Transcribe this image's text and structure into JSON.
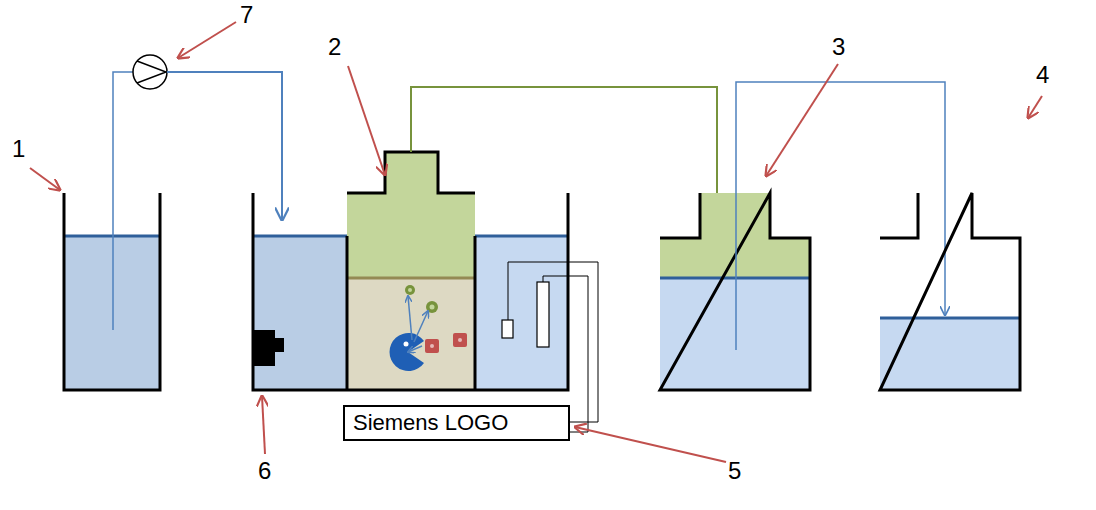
{
  "diagram": {
    "nodes": [
      {
        "text": [
          "Siemens LOGO"
        ]
      }
    ],
    "labels": [
      "7",
      "2",
      "3",
      "1",
      "4",
      "6",
      "5"
    ]
  }
}
